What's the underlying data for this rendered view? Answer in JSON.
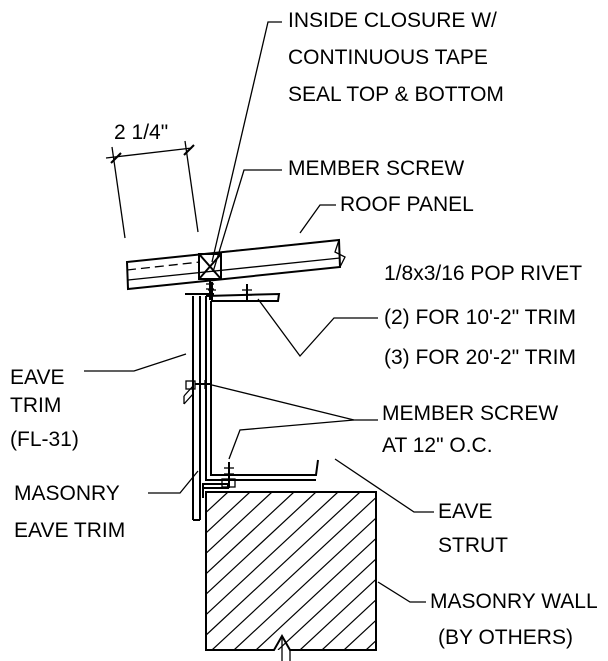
{
  "labels": {
    "inside_closure": [
      "INSIDE CLOSURE W/",
      "CONTINUOUS TAPE",
      "SEAL TOP & BOTTOM"
    ],
    "dimension": "2 1/4\"",
    "member_screw_top": "MEMBER SCREW",
    "roof_panel": "ROOF PANEL",
    "pop_rivet": [
      "1/8x3/16 POP RIVET",
      "(2) FOR 10'-2\" TRIM",
      "(3) FOR 20'-2\" TRIM"
    ],
    "eave_trim": [
      "EAVE",
      "TRIM",
      "(FL-31)"
    ],
    "member_screw_oc": [
      "MEMBER SCREW",
      "AT 12\" O.C."
    ],
    "masonry_eave_trim": [
      "MASONRY",
      "EAVE TRIM"
    ],
    "eave_strut": [
      "EAVE",
      "STRUT"
    ],
    "masonry_wall": [
      "MASONRY WALL",
      "(BY OTHERS)"
    ]
  }
}
